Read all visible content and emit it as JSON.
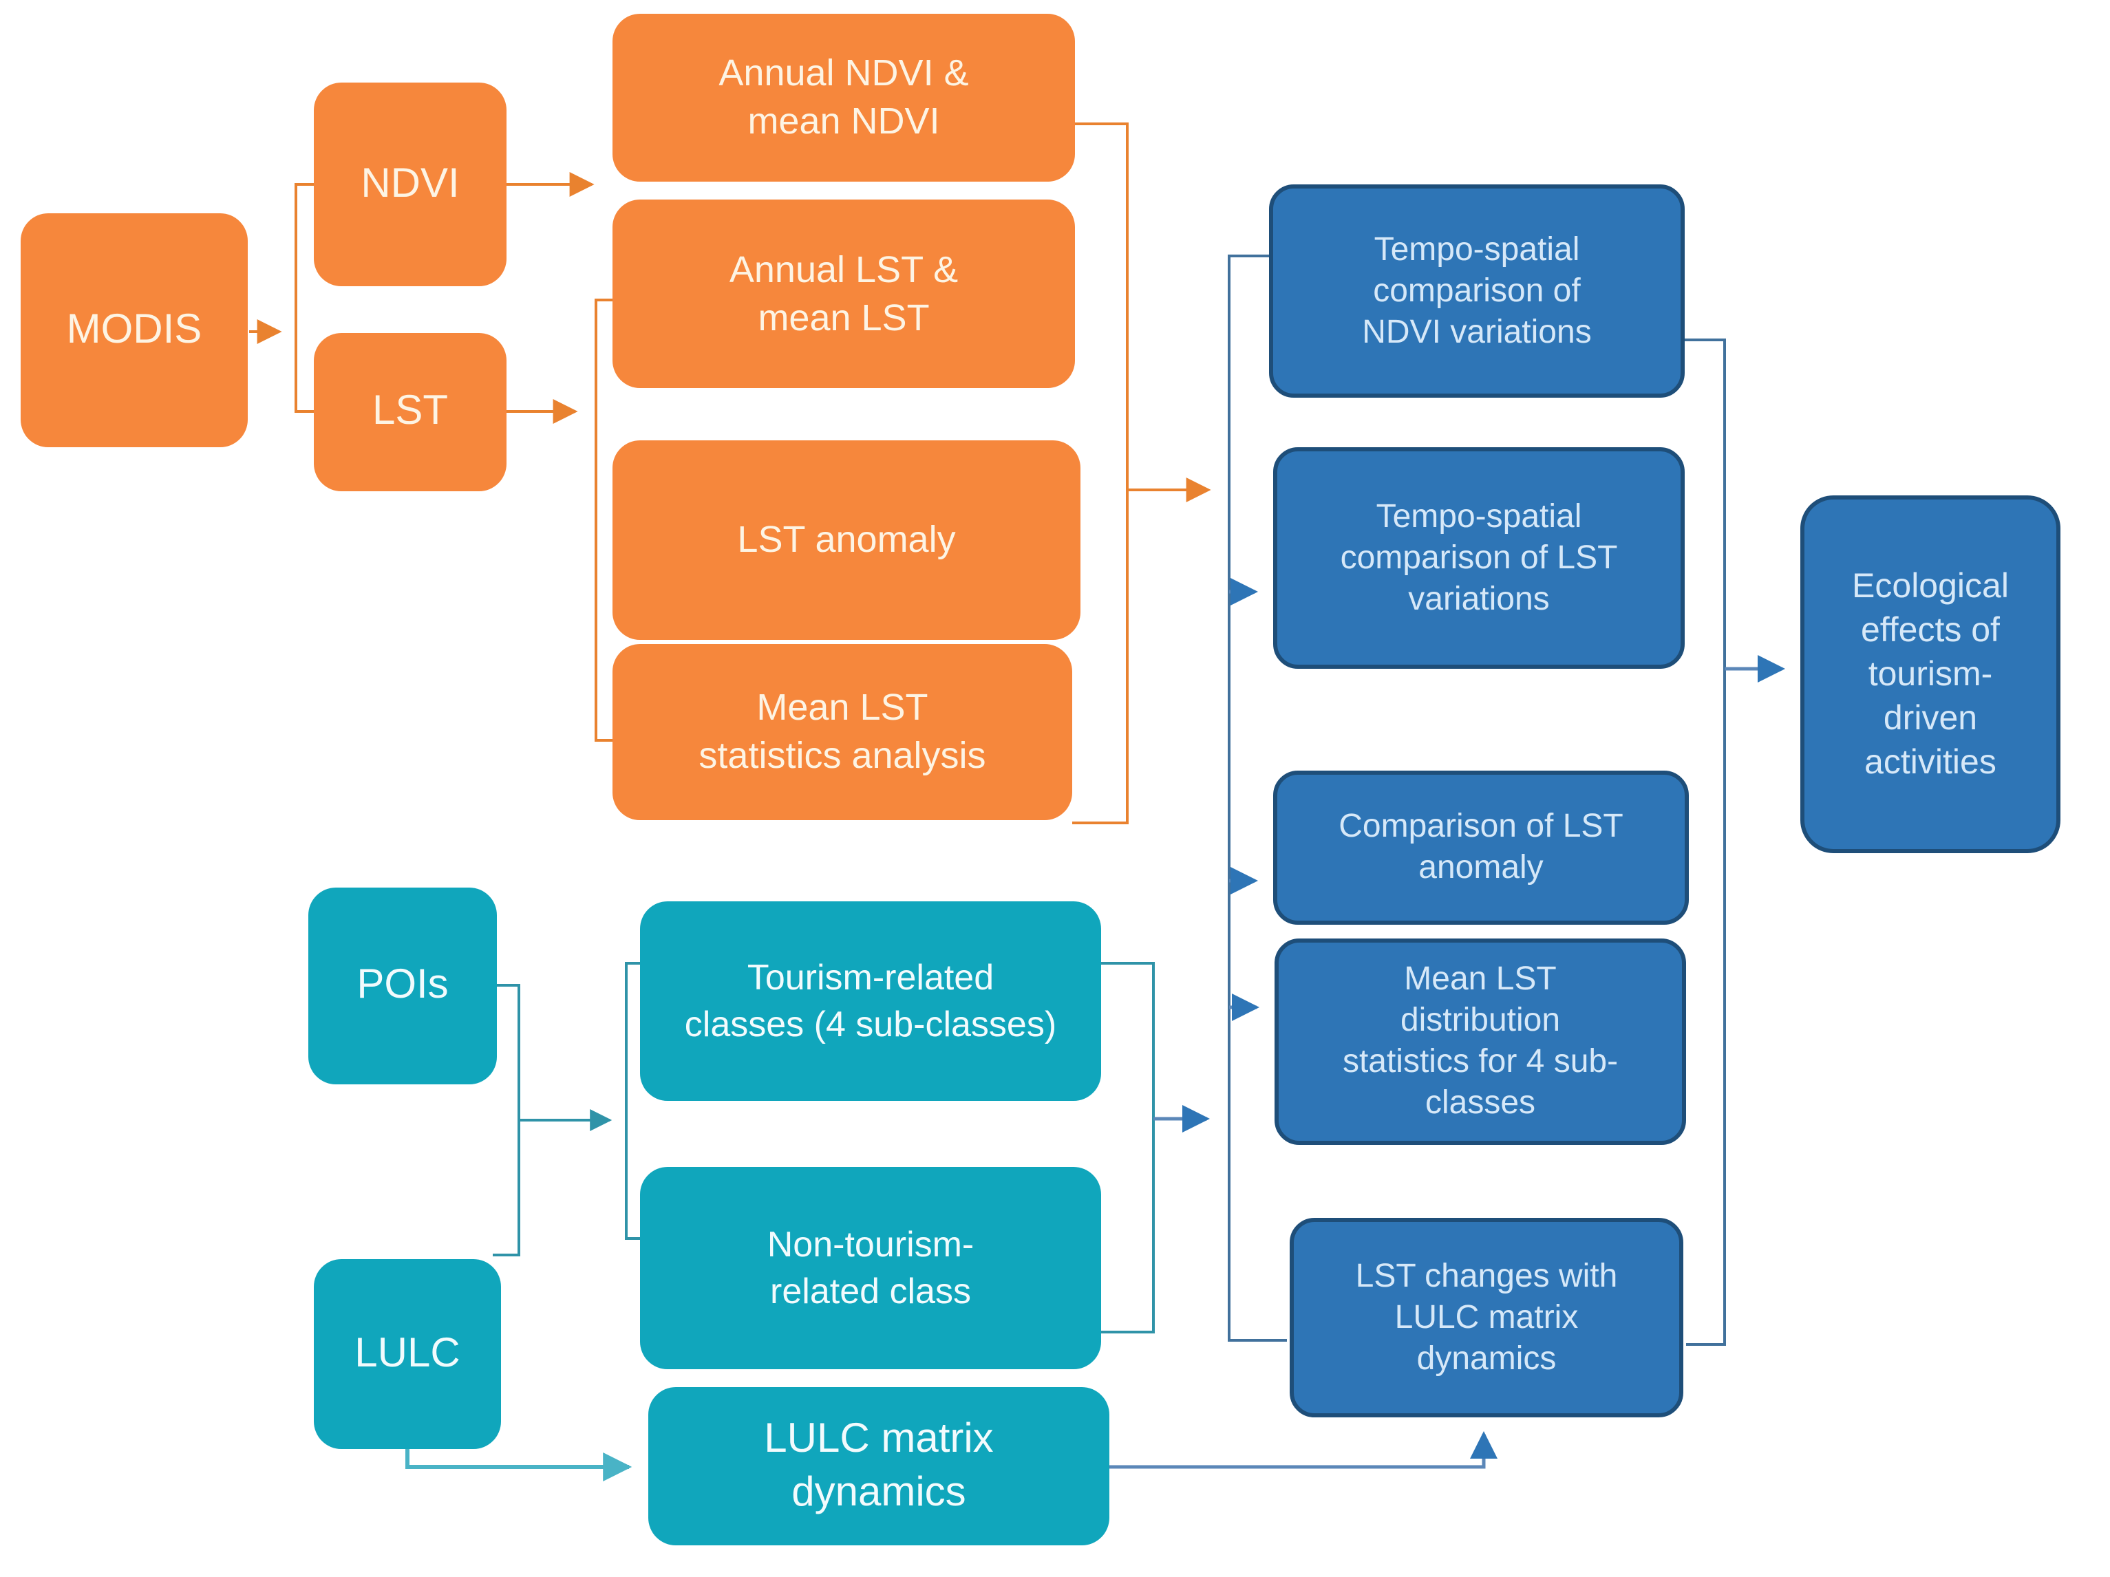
{
  "colors": {
    "orange_fill": "#F6873C",
    "orange_line": "#E9822F",
    "orange_text": "#FDF4E4",
    "teal_fill": "#10A6BC",
    "teal_line": "#2F93A8",
    "teal_line_light": "#49B3C6",
    "teal_text": "#F2FBFD",
    "blue_fill": "#2E75B6",
    "blue_border": "#1E4E79",
    "blue_line": "#41719C",
    "blue_text": "#D6E8F8",
    "background": "#FFFFFF"
  },
  "nodes": {
    "modis": {
      "label": "MODIS"
    },
    "ndvi": {
      "label": "NDVI"
    },
    "lst": {
      "label": "LST"
    },
    "annual_ndvi": {
      "label": "Annual NDVI &\nmean NDVI"
    },
    "annual_lst": {
      "label": "Annual LST &\nmean LST"
    },
    "lst_anomaly": {
      "label": "LST anomaly"
    },
    "mean_lst_stats": {
      "label": "Mean LST\nstatistics analysis"
    },
    "pois": {
      "label": "POIs"
    },
    "lulc": {
      "label": "LULC"
    },
    "tourism_classes": {
      "label": "Tourism-related\nclasses (4 sub-classes)"
    },
    "non_tourism_class": {
      "label": "Non-tourism-\nrelated class"
    },
    "lulc_matrix": {
      "label": "LULC matrix\ndynamics"
    },
    "tempo_ndvi": {
      "label": "Tempo-spatial\ncomparison of\nNDVI variations"
    },
    "tempo_lst": {
      "label": "Tempo-spatial\ncomparison of LST\nvariations"
    },
    "comp_anomaly": {
      "label": "Comparison of LST\nanomaly"
    },
    "mean_lst_dist": {
      "label": "Mean LST\ndistribution\nstatistics for 4 sub-\nclasses"
    },
    "lst_changes": {
      "label": "LST changes with\nLULC matrix\ndynamics"
    },
    "ecological": {
      "label": "Ecological\neffects  of\ntourism-\ndriven\nactivities"
    }
  }
}
